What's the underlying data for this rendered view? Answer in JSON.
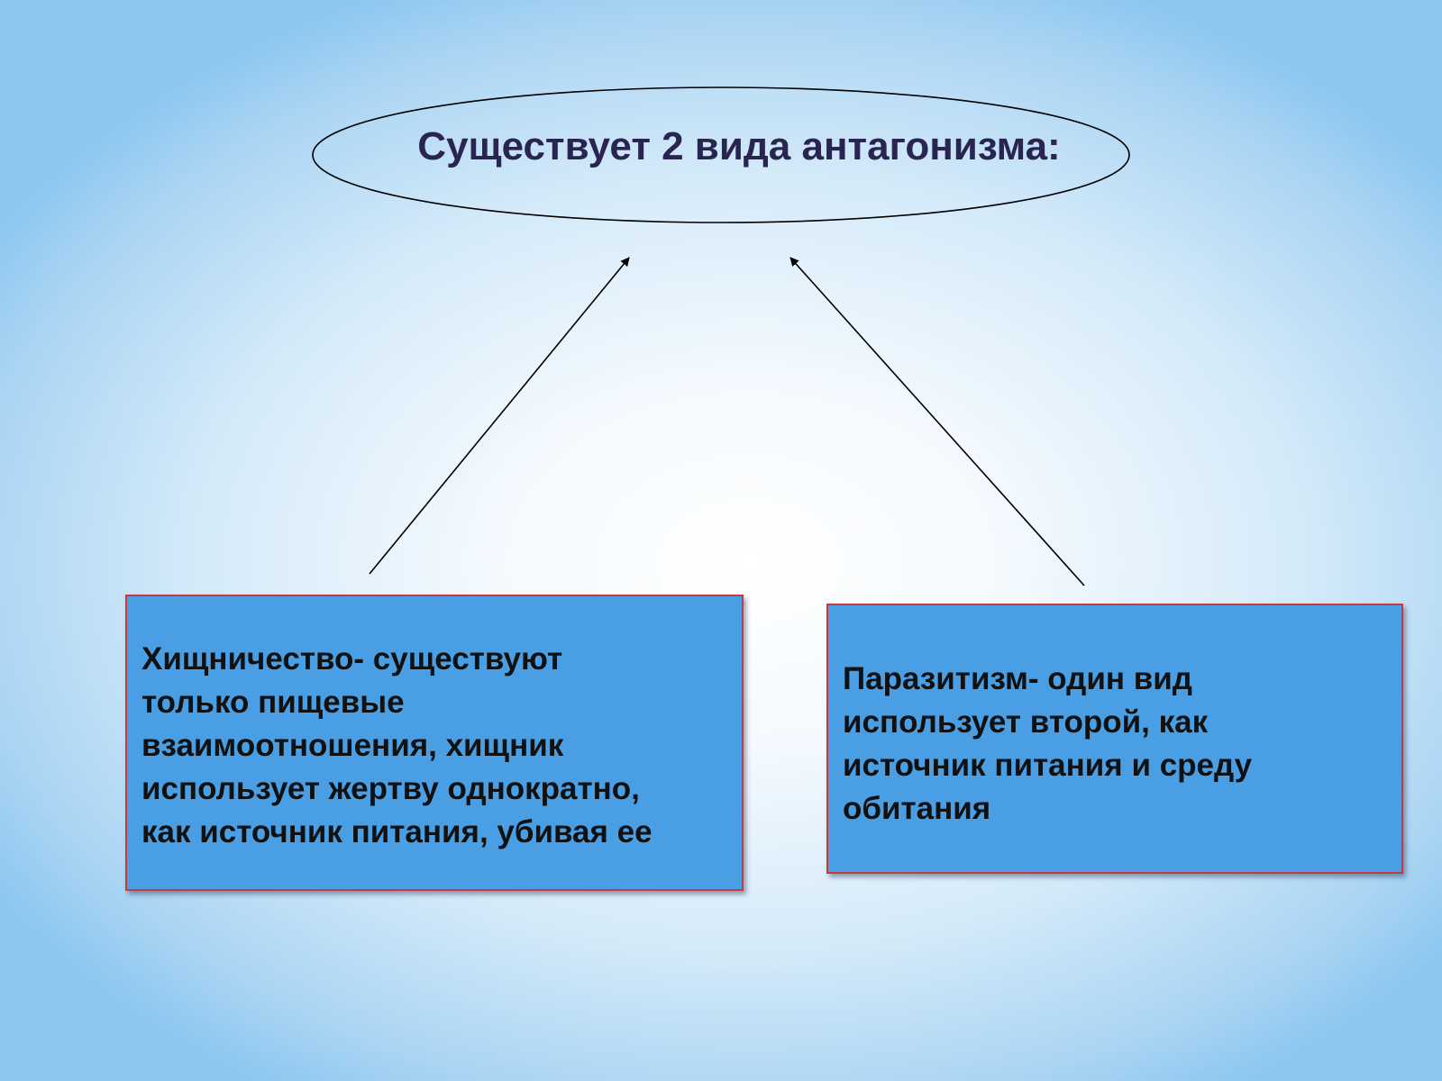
{
  "title": "Существует 2 вида антагонизма:",
  "left_box": {
    "lines": [
      "Хищничество- существуют",
      "только пищевые",
      "взаимоотношения, хищник",
      "использует жертву однократно,",
      "как источник питания, убивая ее"
    ]
  },
  "right_box": {
    "lines": [
      "Паразитизм- один вид",
      "использует второй, как",
      "источник питания и  среду",
      "обитания"
    ]
  },
  "colors": {
    "box_fill": "#4a9fe4",
    "box_border": "#c9393c",
    "title_text": "#2a2450",
    "box_text": "#111111"
  }
}
